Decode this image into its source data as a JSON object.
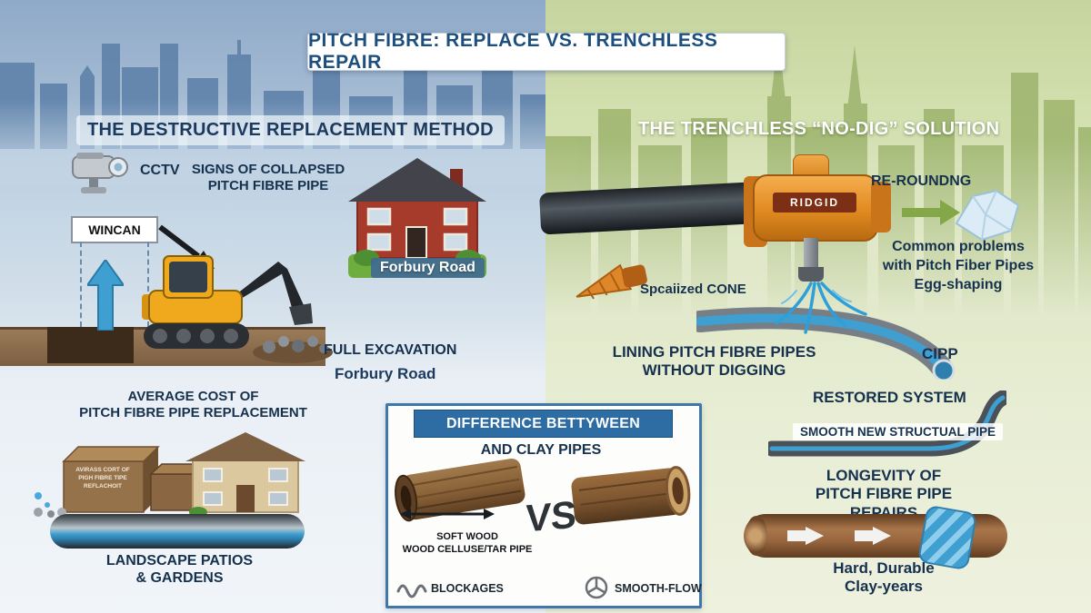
{
  "title": "PITCH FIBRE: REPLACE VS. TRENCHLESS REPAIR",
  "left": {
    "header": "THE DESTRUCTIVE REPLACEMENT METHOD",
    "cctv_label": "CCTV",
    "wincan_label": "WINCAN",
    "signs_line1": "SIGNS OF COLLAPSED",
    "signs_line2": "PITCH FIBRE PIPE",
    "house_road_label": "Forbury Road",
    "full_excavation_label": "FULL EXCAVATION",
    "road_label": "Forbury Road",
    "avg_cost_line1": "AVERAGE COST OF",
    "avg_cost_line2": "PITCH FIBRE PIPE REPLACEMENT",
    "brick_text_line1": "AVIRASS CORT OF",
    "brick_text_line2": "PIGH FIBRE TIPE",
    "brick_text_line3": "REFLACHOIT",
    "landscape_line1": "LANDSCAPE PATIOS",
    "landscape_line2": "& GARDENS"
  },
  "right": {
    "header": "THE TRENCHLESS “NO-DIG” SOLUTION",
    "re_rounding_label": "RE-ROUNDNG",
    "ridgid_label": "RIDGID",
    "problems_line1": "Common problems",
    "problems_line2": "with Pitch Fiber Pipes",
    "problems_line3": "Egg-shaping",
    "cone_label": "Spcaiized CONE",
    "lining_line1": "LINING PITCH FIBRE PIPES",
    "lining_line2": "WITHOUT DIGGING",
    "cipp_label": "CIPP",
    "restored_label": "RESTORED SYSTEM",
    "smooth_pipe_label": "SMOOTH NEW STRUCTUAL PIPE",
    "longevity_line1": "LONGEVITY OF",
    "longevity_line2": "PITCH FIBRE PIPE REPAIRS",
    "durable_line1": "Hard, Durable",
    "durable_line2": "Clay-years"
  },
  "comparison_panel": {
    "header": "DIFFERENCE BETTYWEEN",
    "subheader": "AND CLAY PIPES",
    "vs_label": "VS",
    "pitch_pipe_line1": "SOFT WOOD",
    "pitch_pipe_line2": "WOOD CELLUSE/TAR PIPE",
    "blockages_label": "BLOCKAGES",
    "smooth_flow_label": "SMOOTH-FLOW"
  },
  "colors": {
    "left_sky": "#9db6cf",
    "left_skyline": "#5f82aa",
    "right_sky": "#cfdcab",
    "right_skyline": "#a2b873",
    "ground_brown": "#8a6a4e",
    "accent_blue": "#2e6da4",
    "water_blue": "#3f9fd0",
    "machine_orange": "#e8962e",
    "text_navy": "#16314e"
  }
}
